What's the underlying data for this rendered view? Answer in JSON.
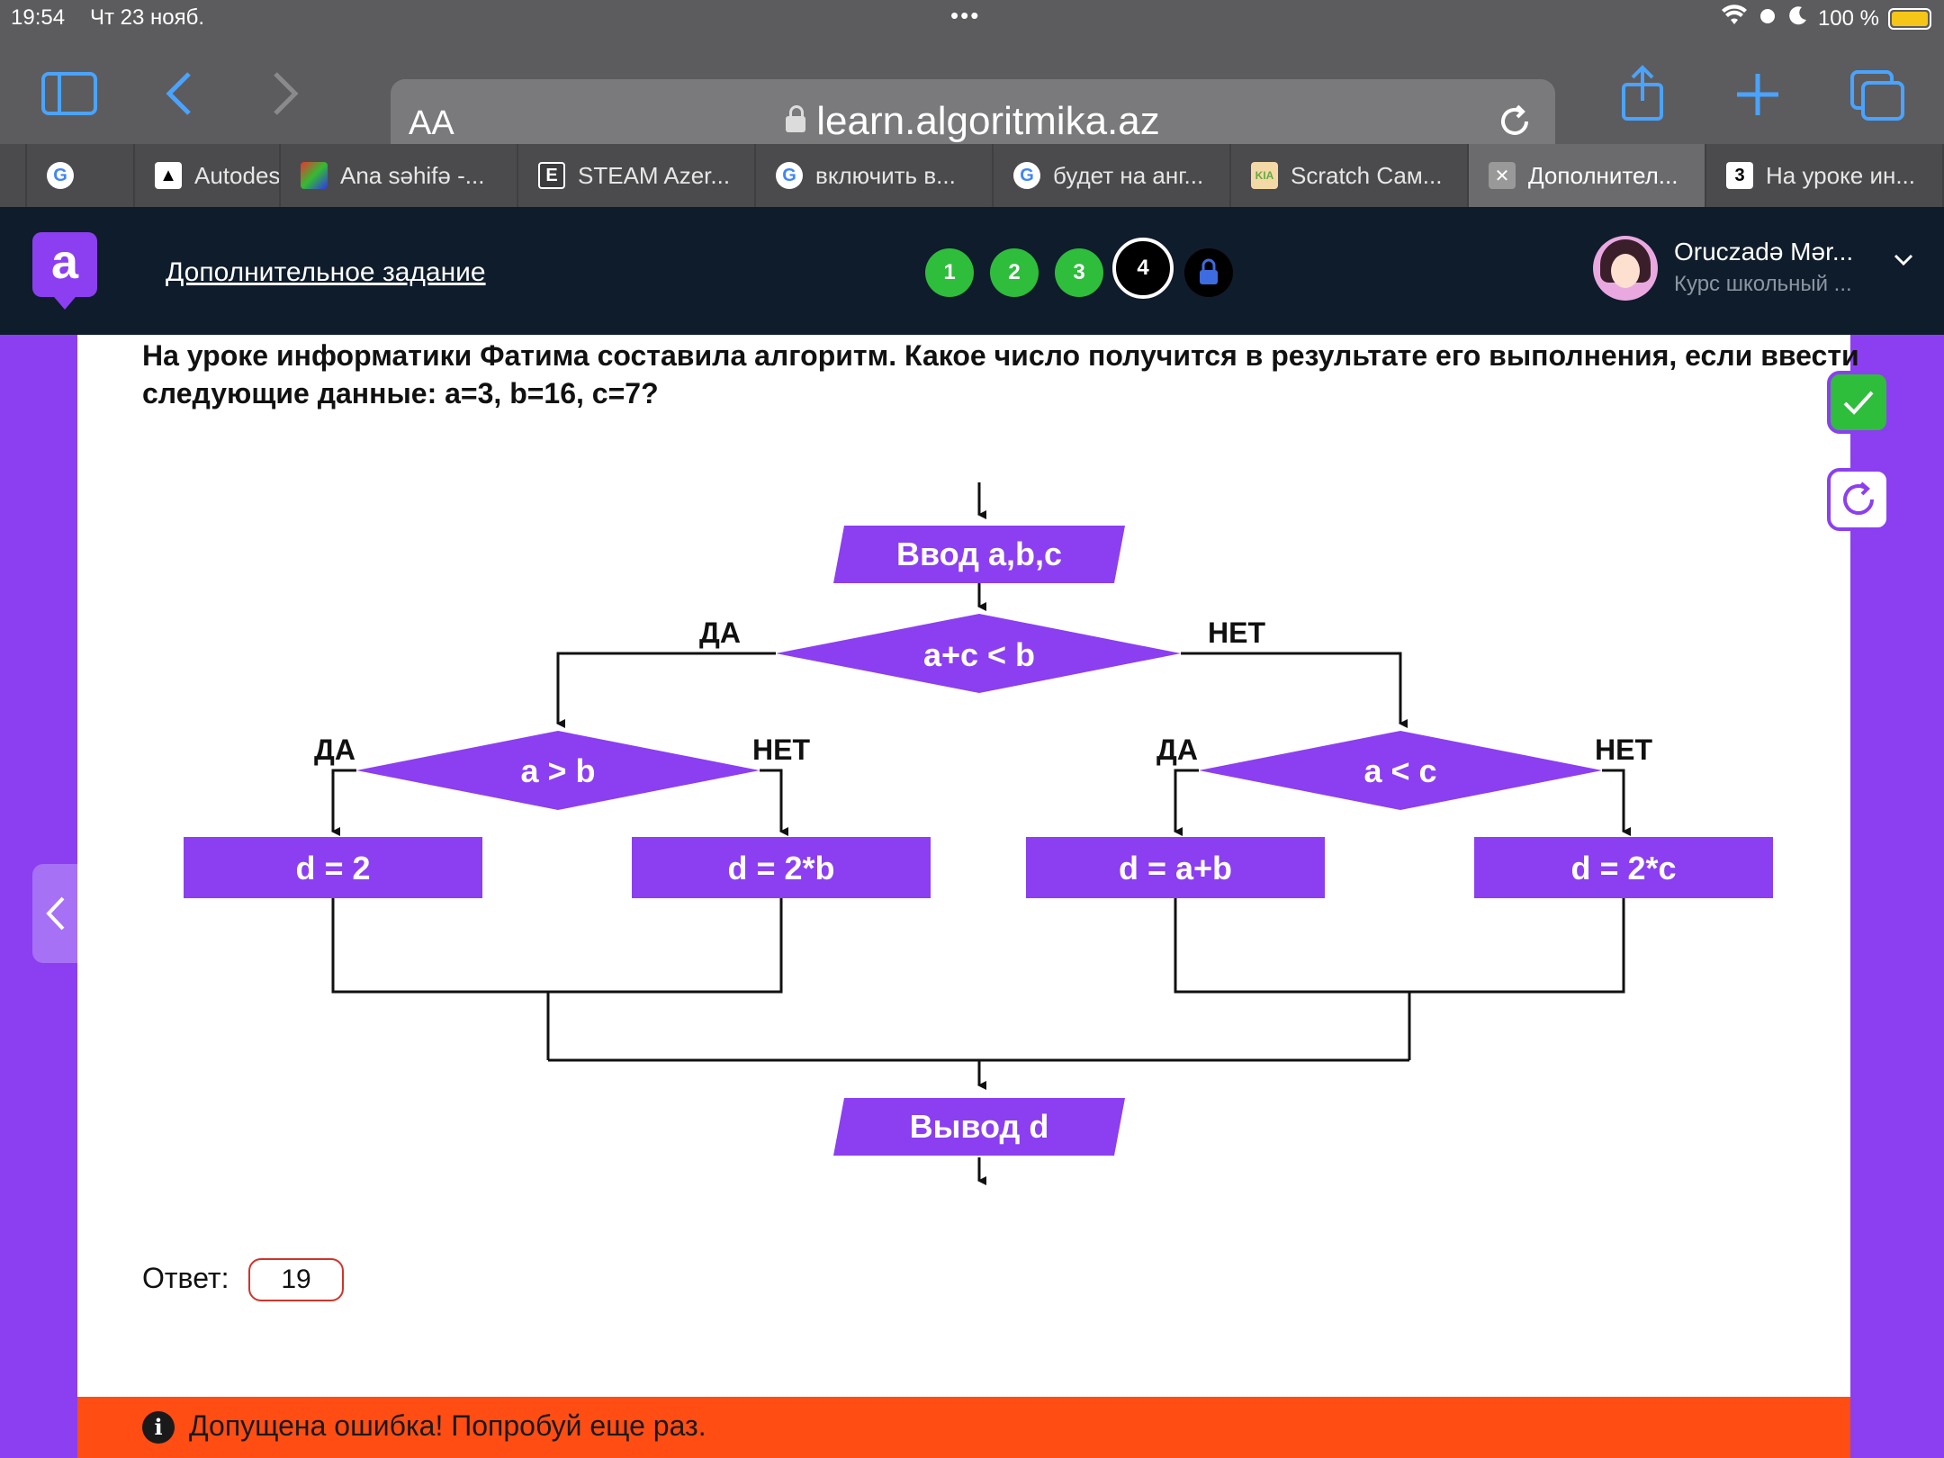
{
  "status": {
    "time": "19:54",
    "date": "Чт 23 нояб.",
    "battery": "100 %"
  },
  "browser": {
    "aa_label": "AA",
    "url": "learn.algoritmika.az",
    "tabs": [
      {
        "label": "",
        "favicon": "google"
      },
      {
        "label": "Autodesk",
        "favicon": "autodesk"
      },
      {
        "label": "Ana səhifə -...",
        "favicon": "colorful"
      },
      {
        "label": "STEAM Azer...",
        "favicon": "e"
      },
      {
        "label": "включить в...",
        "favicon": "google"
      },
      {
        "label": "будет на анг...",
        "favicon": "google"
      },
      {
        "label": "Scratch Сам...",
        "favicon": "scratch"
      },
      {
        "label": "Дополнител...",
        "favicon": "close",
        "active": true
      },
      {
        "label": "На уроке ин...",
        "favicon": "three"
      }
    ]
  },
  "header": {
    "logo_letter": "a",
    "task_title": "Дополнительное задание",
    "steps": [
      "1",
      "2",
      "3",
      "4"
    ],
    "user_name": "Oruczadə Mər...",
    "user_course": "Курс школьный ..."
  },
  "task": {
    "question": "На уроке информатики Фатима составила алгоритм. Какое число получится в результате его выполнения, если ввести следующие данные: a=3, b=16, c=7?",
    "answer_label": "Ответ:",
    "answer_value": "19"
  },
  "flowchart": {
    "input": "Ввод a,b,c",
    "cond_main": "a+c < b",
    "cond_left": "a > b",
    "cond_right": "a < c",
    "yes": "ДА",
    "no": "НЕТ",
    "box1": "d = 2",
    "box2": "d = 2*b",
    "box3": "d = a+b",
    "box4": "d = 2*c",
    "output": "Вывод d"
  },
  "error": {
    "message": "Допущена ошибка! Попробуй еще раз."
  },
  "colors": {
    "accent": "#8b3ff0",
    "success": "#2fbd3c",
    "error": "#ff4d14",
    "header": "#0f1c2b"
  }
}
